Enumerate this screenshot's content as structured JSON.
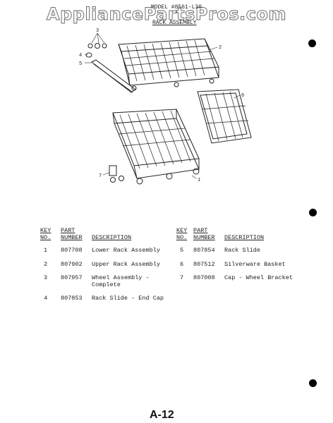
{
  "watermark": "AppliancePartsPros.com",
  "model_line": "MODEL #8561-L30",
  "title": "RACK ASSEMBLY",
  "callouts": [
    "1",
    "2",
    "3",
    "4",
    "5",
    "6",
    "7"
  ],
  "table": {
    "headers_left": {
      "key": "KEY NO.",
      "part": "PART NUMBER",
      "desc": "DESCRIPTION"
    },
    "headers_right": {
      "key": "KEY NO.",
      "part": "PART NUMBER",
      "desc": "DESCRIPTION"
    },
    "rows": [
      {
        "key": "1",
        "part": "807708",
        "desc": "Lower Rack Assembly"
      },
      {
        "key": "2",
        "part": "807902",
        "desc": "Upper Rack Assembly"
      },
      {
        "key": "3",
        "part": "807957",
        "desc": "Wheel Assembly -\nComplete"
      },
      {
        "key": "4",
        "part": "807853",
        "desc": "Rack Slide - End Cap"
      },
      {
        "key": "5",
        "part": "807854",
        "desc": "Rack Slide"
      },
      {
        "key": "6",
        "part": "807512",
        "desc": "Silverware Basket"
      },
      {
        "key": "7",
        "part": "807008",
        "desc": "Cap - Wheel Bracket"
      }
    ]
  },
  "page_number": "A-12"
}
